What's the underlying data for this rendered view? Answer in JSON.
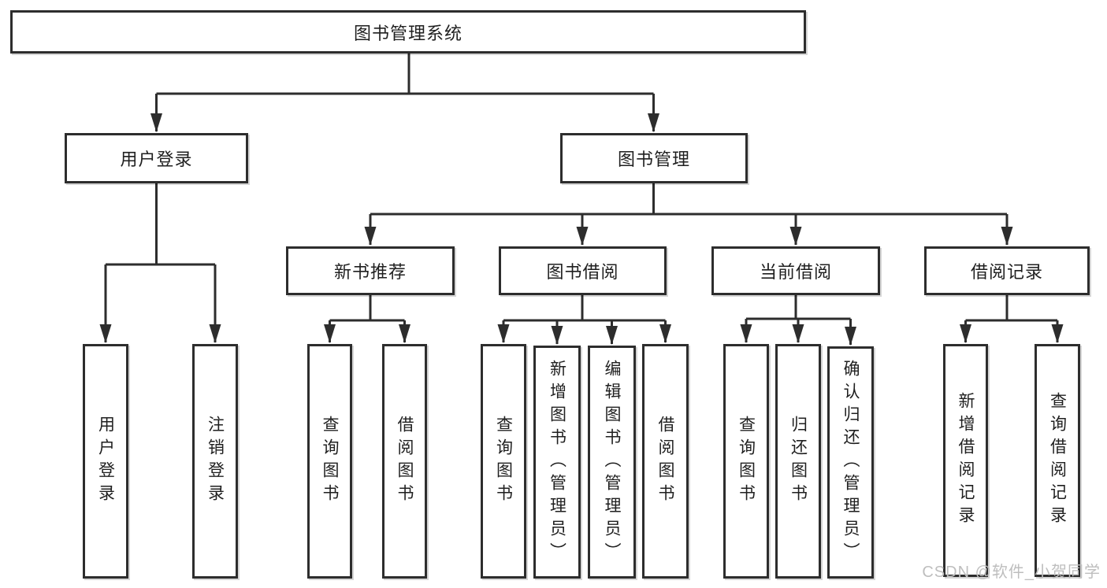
{
  "colors": {
    "line": "#2d2d2d",
    "border": "#2d2d2d",
    "text": "#1f1f1f",
    "watermark": "#bebebe",
    "background": "#ffffff"
  },
  "diagram": {
    "root": "图书管理系统",
    "level2": {
      "user_login": "用户登录",
      "book_management": "图书管理"
    },
    "level3": {
      "new_books": "新书推荐",
      "borrowing": "图书借阅",
      "current": "当前借阅",
      "records": "借阅记录"
    },
    "leaves": {
      "user_login": [
        "用户登录",
        "注销登录"
      ],
      "new_books": [
        "查询图书",
        "借阅图书"
      ],
      "borrowing": [
        "查询图书",
        "新增图书（管理员）",
        "编辑图书（管理员）",
        "借阅图书"
      ],
      "current": [
        "查询图书",
        "归还图书",
        "确认归还（管理员）"
      ],
      "records": [
        "新增借阅记录",
        "查询借阅记录"
      ]
    }
  },
  "watermark": {
    "text": "CSDN @软件_小贺同学"
  }
}
